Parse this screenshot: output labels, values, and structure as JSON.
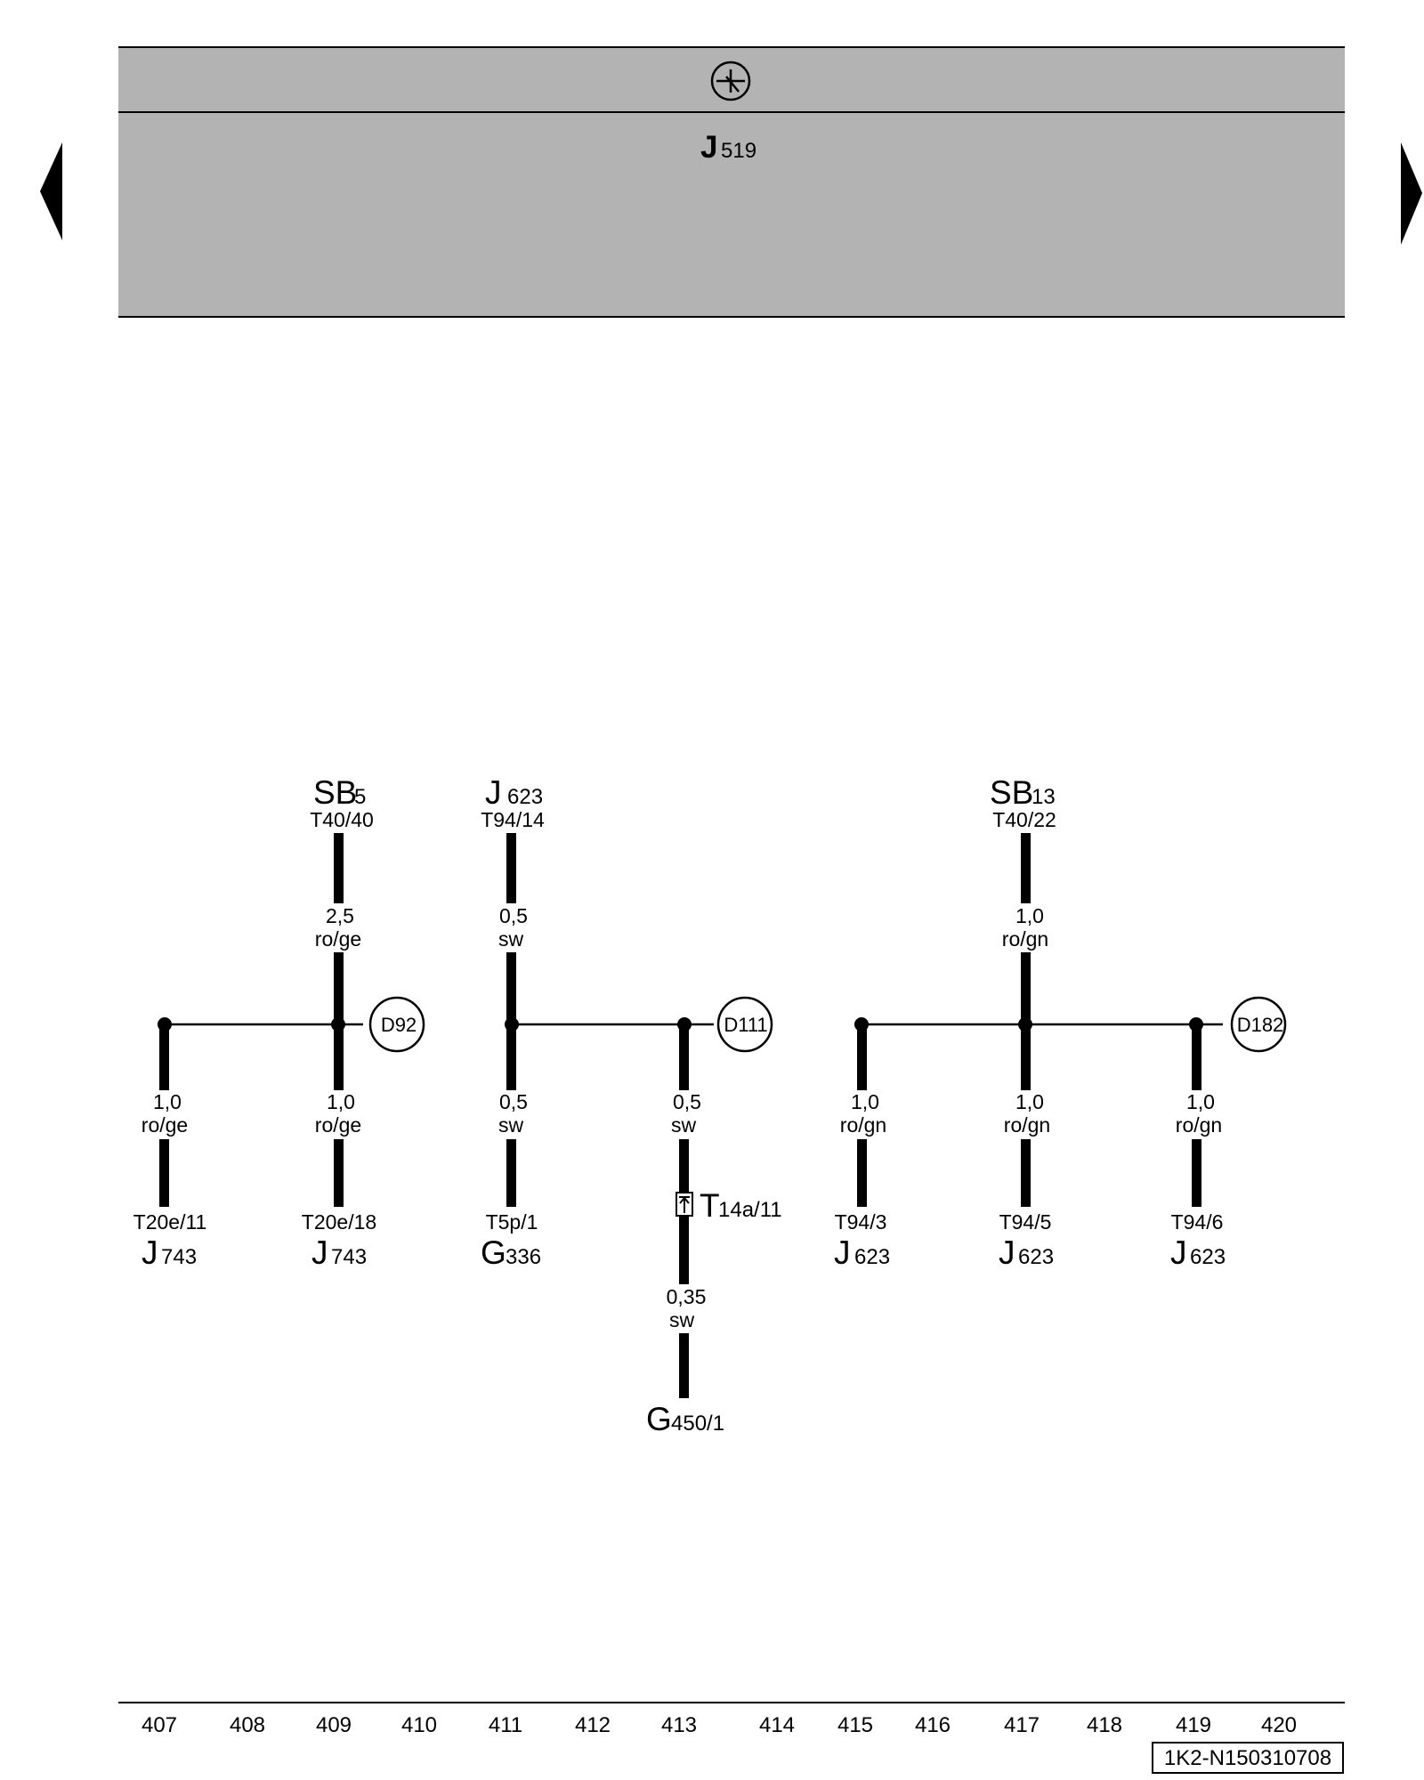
{
  "header": {
    "symbol": "ground-symbol-icon",
    "component_letter": "J",
    "component_number": "519"
  },
  "nav": {
    "prev": "left-arrow-icon",
    "next": "right-arrow-icon"
  },
  "wires": [
    {
      "label_top": "SB",
      "label_top_sub": "5",
      "pin": "T40/40",
      "gauge": "2,5",
      "color": "ro/ge"
    },
    {
      "label_top": "J",
      "label_top_sub": "623",
      "pin": "T94/14",
      "gauge": "0,5",
      "color": "sw"
    },
    {
      "label_top": "SB",
      "label_top_sub": "13",
      "pin": "T40/22",
      "gauge": "1,0",
      "color": "ro/gn"
    }
  ],
  "nodes": [
    "D92",
    "D111",
    "D182"
  ],
  "branches": [
    {
      "gauge": "1,0",
      "color": "ro/ge",
      "pin": "T20e/11",
      "comp": "J",
      "comp_sub": "743"
    },
    {
      "gauge": "1,0",
      "color": "ro/ge",
      "pin": "T20e/18",
      "comp": "J",
      "comp_sub": "743"
    },
    {
      "gauge": "0,5",
      "color": "sw",
      "pin": "T5p/1",
      "comp": "G",
      "comp_sub": "336"
    },
    {
      "gauge": "0,5",
      "color": "sw",
      "connector": "T",
      "connector_sub": "14a/11",
      "gauge2": "0,35",
      "color2": "sw",
      "comp": "G",
      "comp_sub": "450/1"
    },
    {
      "gauge": "1,0",
      "color": "ro/gn",
      "pin": "T94/3",
      "comp": "J",
      "comp_sub": "623"
    },
    {
      "gauge": "1,0",
      "color": "ro/gn",
      "pin": "T94/5",
      "comp": "J",
      "comp_sub": "623"
    },
    {
      "gauge": "1,0",
      "color": "ro/gn",
      "pin": "T94/6",
      "comp": "J",
      "comp_sub": "623"
    }
  ],
  "footer": {
    "ruler": [
      "407",
      "408",
      "409",
      "410",
      "411",
      "412",
      "413",
      "414",
      "415",
      "416",
      "417",
      "418",
      "419",
      "420"
    ],
    "doc_number": "1K2-N150310708"
  }
}
